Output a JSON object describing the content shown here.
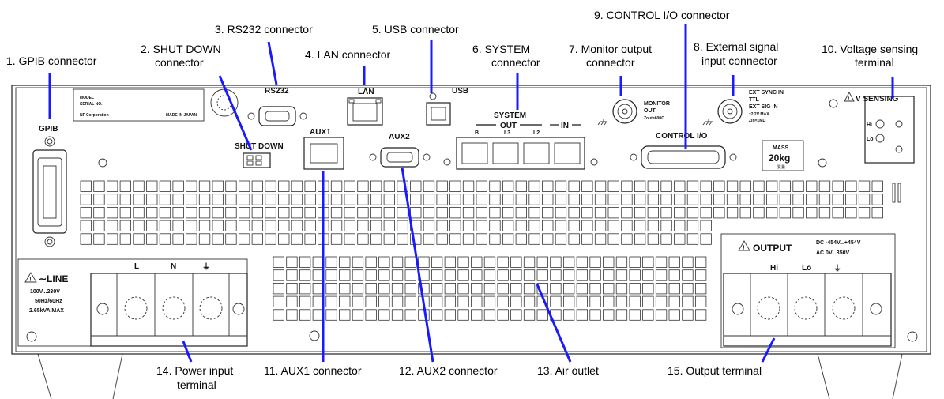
{
  "callouts": {
    "gpib": "1. GPIB connector",
    "shutdown_1": "2. SHUT DOWN",
    "shutdown_2": "connector",
    "rs232": "3. RS232 connector",
    "lan": "4. LAN connector",
    "usb": "5. USB connector",
    "system_1": "6. SYSTEM",
    "system_2": "connector",
    "monitor_1": "7. Monitor output",
    "monitor_2": "connector",
    "ext_1": "8. External signal",
    "ext_2": "input connector",
    "control": "9. CONTROL I/O connector",
    "vsense_1": "10. Voltage sensing",
    "vsense_2": "terminal",
    "aux1": "11. AUX1 connector",
    "aux2": "12. AUX2 connector",
    "air": "13. Air outlet",
    "power_1": "14. Power input",
    "power_2": "terminal",
    "output": "15. Output terminal"
  },
  "panel": {
    "model_box": {
      "model": "MODEL",
      "serial": "SERIAL NO.",
      "maker": "NF Corporation",
      "origin": "MADE IN JAPAN"
    },
    "gpib": "GPIB",
    "shutdown": "SHUT DOWN",
    "rs232": "RS232",
    "lan": "LAN",
    "usb": "USB",
    "aux1": "AUX1",
    "aux2": "AUX2",
    "system": {
      "title": "SYSTEM",
      "out": "OUT",
      "in": "IN",
      "ports": [
        "B",
        "L3",
        "L2"
      ]
    },
    "monitor": {
      "line1": "MONITOR",
      "line2": "OUT",
      "line3": "Zout=600Ω"
    },
    "ext": {
      "line1": "EXT SYNC IN",
      "line2": "TTL",
      "line3": "EXT SIG IN",
      "line4": "±2.2V MAX",
      "line5": "Zin=1MΩ"
    },
    "control": "CONTROL I/O",
    "mass": {
      "label": "MASS",
      "value": "20kg",
      "jp": "質量"
    },
    "vsense": {
      "title": "V SENSING",
      "hi": "Hi",
      "lo": "Lo"
    },
    "line": {
      "title": "∼LINE",
      "voltage": "100V...230V",
      "freq": "50Hz/60Hz",
      "power": "2.65kVA MAX",
      "terminals": [
        "L",
        "N",
        "⏚"
      ]
    },
    "output": {
      "title": "OUTPUT",
      "dc": "DC -454V...+454V",
      "ac": "AC 0V...350V",
      "terminals": [
        "Hi",
        "Lo",
        "⏚"
      ]
    }
  }
}
